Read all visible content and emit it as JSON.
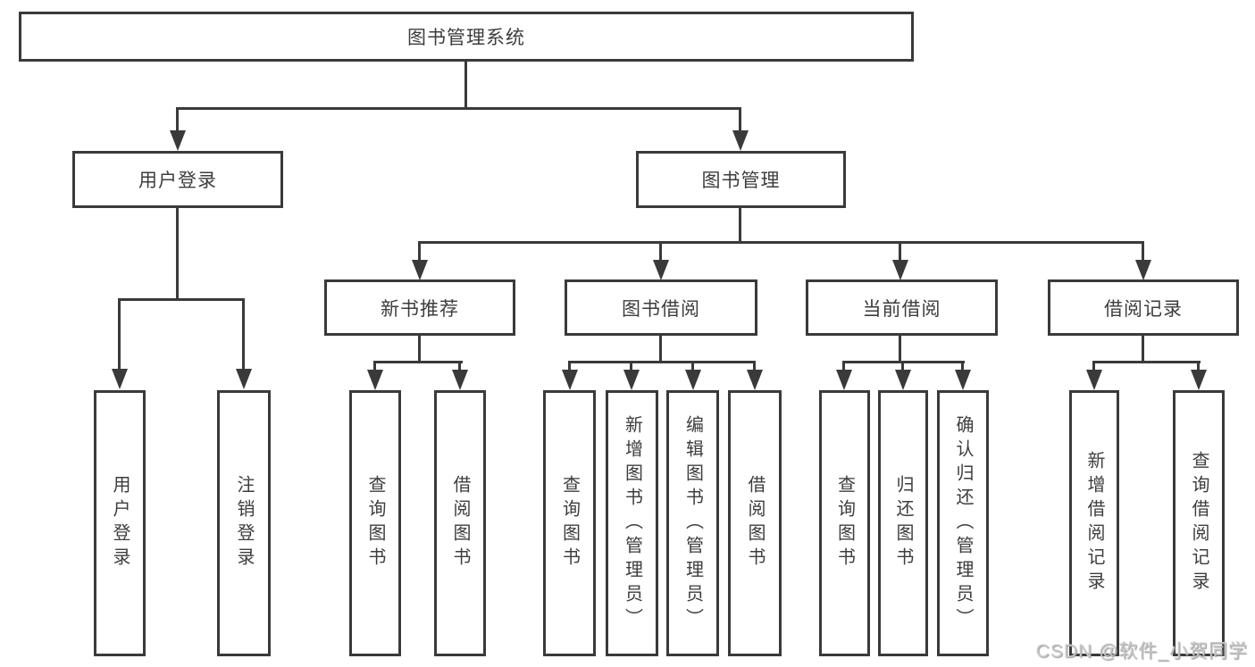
{
  "tree": {
    "root": "图书管理系统",
    "groups": [
      {
        "label": "用户登录",
        "children": [
          "用户登录",
          "注销登录"
        ]
      },
      {
        "label": "图书管理",
        "sub": [
          {
            "label": "新书推荐",
            "children": [
              "查询图书",
              "借阅图书"
            ]
          },
          {
            "label": "图书借阅",
            "children": [
              "查询图书",
              "新增图书（管理员）",
              "编辑图书（管理员）",
              "借阅图书"
            ]
          },
          {
            "label": "当前借阅",
            "children": [
              "查询图书",
              "归还图书",
              "确认归还（管理员）"
            ]
          },
          {
            "label": "借阅记录",
            "children": [
              "新增借阅记录",
              "查询借阅记录"
            ]
          }
        ]
      }
    ]
  },
  "watermark": "CSDN @软件_小贺同学",
  "colors": {
    "line": "#3a3a3a",
    "text": "#3d3d3d",
    "watermark": "#c8c8c8",
    "background": "#ffffff"
  }
}
